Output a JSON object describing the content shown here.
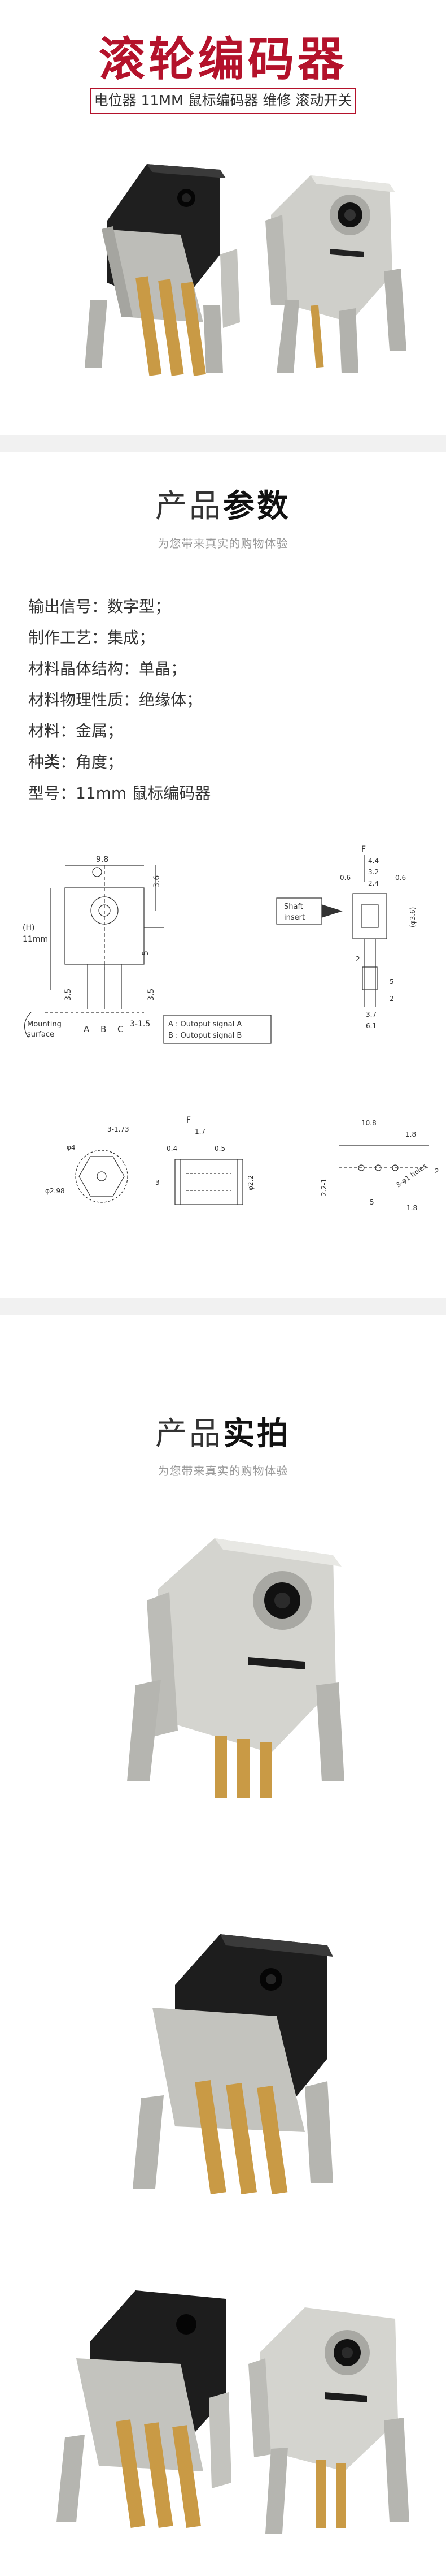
{
  "hero": {
    "title": "滚轮编码器",
    "subtitle": "电位器 11MM 鼠标编码器 维修 滚动开关"
  },
  "params_section": {
    "title_thin": "产品",
    "title_bold": "参数",
    "tagline": "为您带来真实的购物体验"
  },
  "specs": [
    "输出信号：数字型；",
    "制作工艺：集成；",
    "材料晶体结构：单晶；",
    "材料物理性质：绝缘体；",
    "材料：金属；",
    "种类：角度；",
    "型号：11mm 鼠标编码器"
  ],
  "drawing": {
    "dim_9_8": "9.8",
    "dim_3_6": "3.6",
    "dim_5": "5",
    "dim_H": "(H)",
    "dim_11mm": "11mm",
    "dim_3_5a": "3.5",
    "dim_3_5b": "3.5",
    "dim_3_1_5": "3-1.5",
    "pin_A": "A",
    "pin_B": "B",
    "pin_C": "C",
    "mounting_1": "Mounting",
    "mounting_2": "surface",
    "legend_a": "A : Outoput signal A",
    "legend_b": "B : Outoput signal B",
    "shaft_1": "Shaft",
    "shaft_2": "insert",
    "F": "F",
    "d_4_4": "4.4",
    "d_3_2": "3.2",
    "d_2_4": "2.4",
    "d_0_6a": "0.6",
    "d_0_6b": "0.6",
    "d_phi3_6": "(φ3.6)",
    "d_2": "2",
    "d_3_7": "3.7",
    "d_5_side": "5",
    "d_6_1": "6.1",
    "d_2b": "2",
    "d_3_1_73": "3-1.73",
    "d_phi4": "φ4",
    "d_phi2_98": "φ2.98",
    "d_1_7": "1.7",
    "d_0_4": "0.4",
    "d_0_5": "0.5",
    "d_3": "3",
    "d_phi2_2": "φ2.2",
    "d_10_8": "10.8",
    "d_1_8": "1.8",
    "d_2_2_1": "2.2-1",
    "d_3_phi1_holes": "3-φ1 holes",
    "d_5_bot": "5",
    "d_2_right": "2",
    "d_1_8b": "1.8"
  },
  "photos_section": {
    "title_thin": "产品",
    "title_bold": "实拍",
    "tagline": "为您带来真实的购物体验"
  },
  "colors": {
    "brand_red": "#b4122b",
    "band_gray": "#f1f1f1",
    "metal": "#c9c9c5",
    "plastic": "#262626",
    "brass": "#c99a45"
  },
  "icons": [
    "encoder-dark-photo",
    "encoder-silver-photo"
  ]
}
